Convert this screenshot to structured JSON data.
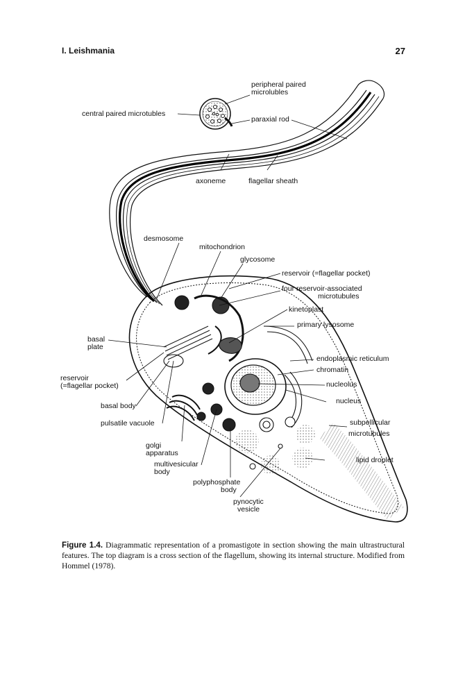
{
  "header": {
    "running_head": "I. Leishmania",
    "page_number": "27"
  },
  "figure": {
    "labels": {
      "peripheral_paired": "peripheral paired",
      "microtubles": "microlubles",
      "central_paired_microtubles": "central paired microtubles",
      "paraxial_rod": "paraxial rod",
      "axoneme": "axoneme",
      "flagellar_sheath": "flagellar sheath",
      "desmosome": "desmosome",
      "mitochondrion": "mitochondrion",
      "glycosome": "glycosome",
      "reservoir_top": "reservoir (=flagellar pocket)",
      "four_reservoir": "four reservoir-associated",
      "microtubules": "microtubules",
      "kinetoplast": "kinetoplast",
      "primary_lysosome": "primary lysosome",
      "basal": "basal",
      "plate": "plate",
      "endoplasmic_reticulum": "endoplasmic reticulum",
      "chromatin": "chromatin",
      "reservoir_left": "reservoir",
      "flagellar_pocket_left": "(=flagellar pocket)",
      "nucleolus": "nucleolus",
      "nucleus": "nucleus",
      "basal_body": "basal body",
      "pulsatile_vacuole": "pulsatile vacuole",
      "subpellicular": "subpellicular",
      "microtubules_sub": "microtubules",
      "golgi": "golgi",
      "apparatus": "apparatus",
      "lipid_droplet": "lipid droplet",
      "multivesicular": "multivesicular",
      "body_mv": "body",
      "polyphosphate": "polyphosphate",
      "body_pp": "body",
      "pynocytic": "pynocytic",
      "vesicle": "vesicle"
    }
  },
  "caption": {
    "label": "Figure 1.4.",
    "text": "Diagrammatic representation of a promastigote in section showing the main ultrastructural features. The top diagram is a cross section of the flagellum, showing its internal structure. Modified from Hommel (1978)."
  }
}
